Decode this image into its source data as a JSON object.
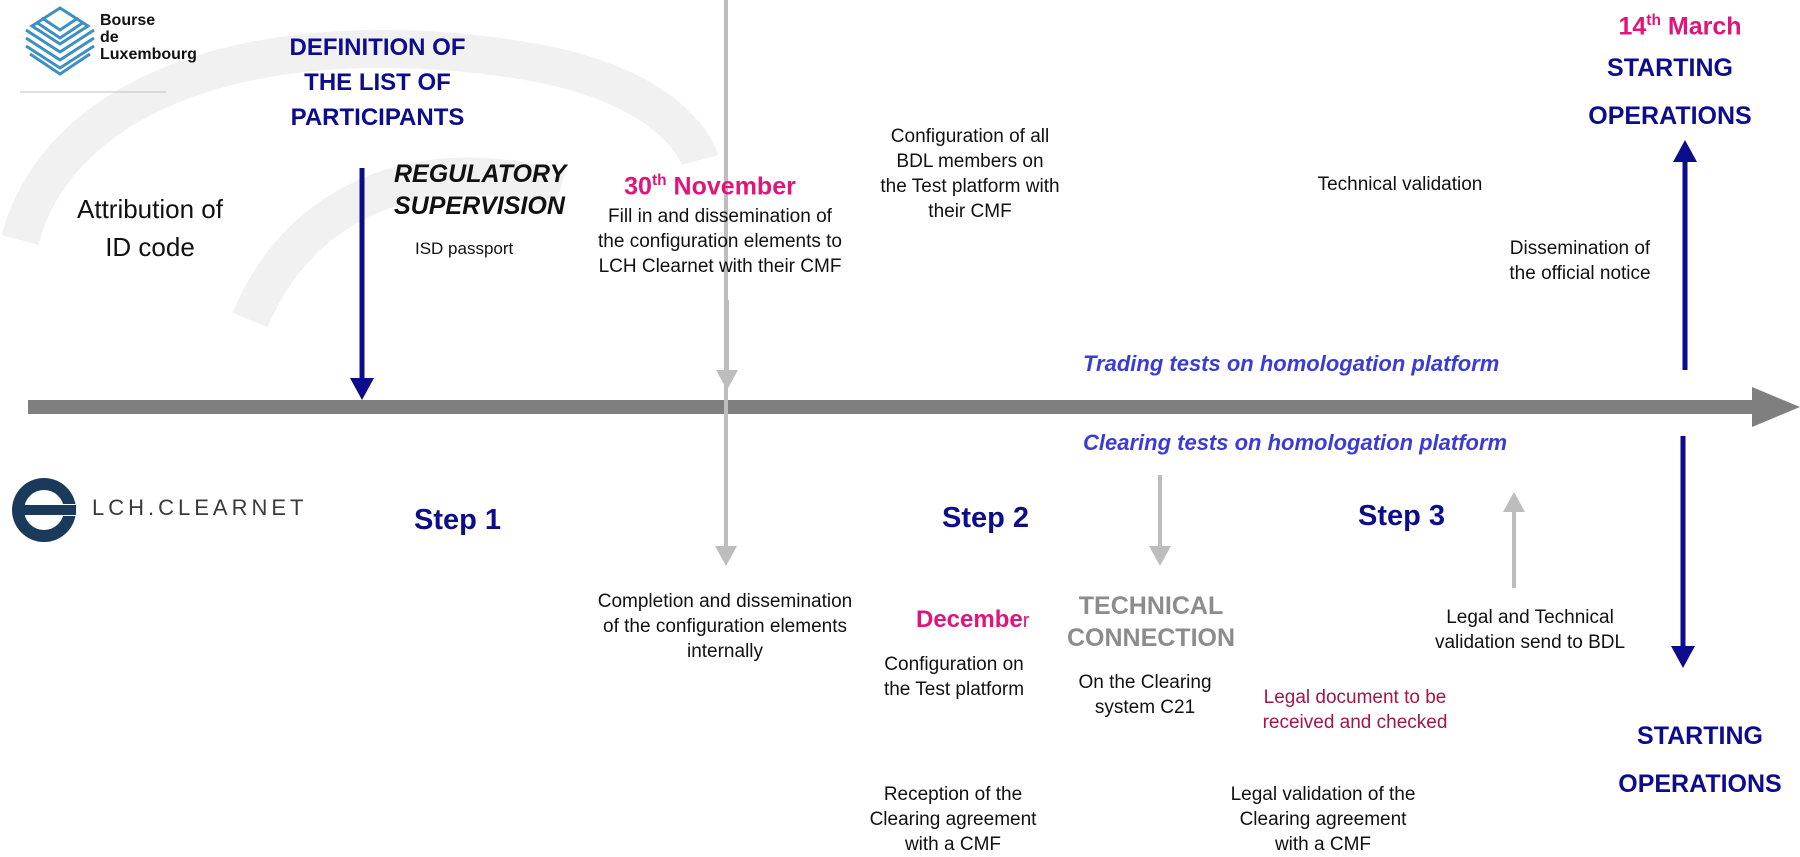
{
  "logos": {
    "bdl_line1": "Bourse",
    "bdl_line2": "de",
    "bdl_line3": "Luxembourg",
    "lch_text": "LCH.CLEARNET"
  },
  "top": {
    "definition_line1": "DEFINITION OF",
    "definition_line2": "THE LIST OF",
    "definition_line3": "PARTICIPANTS",
    "attribution_line1": "Attribution of",
    "attribution_line2": "ID code",
    "regulatory_line1": "REGULATORY",
    "regulatory_line2": "SUPERVISION",
    "isd_passport": "ISD passport",
    "nov_day": "30",
    "nov_sup": "th",
    "nov_month": " November",
    "fill_line1": "Fill in and dissemination of",
    "fill_line2": "the configuration elements to",
    "fill_line3": "LCH Clearnet with  their CMF",
    "config_all_line1": "Configuration of all",
    "config_all_line2": "BDL members on",
    "config_all_line3": "the Test platform with",
    "config_all_line4": "their CMF",
    "technical_validation": "Technical validation",
    "march_day": "14",
    "march_sup": "th",
    "march_month": " March",
    "starting_line1": "STARTING",
    "starting_line2": "OPERATIONS",
    "dissemination_line1": "Dissemination of",
    "dissemination_line2": "the official notice",
    "trading_tests": "Trading tests on homologation platform"
  },
  "bottom": {
    "clearing_tests": "Clearing tests on homologation platform",
    "step1": "Step 1",
    "step2": "Step 2",
    "step3": "Step 3",
    "completion_line1": "Completion and dissemination",
    "completion_line2": "of the configuration elements",
    "completion_line3": "internally",
    "december_main": "Decembe",
    "december_tail": "r",
    "config_test_line1": "Configuration on",
    "config_test_line2": "the Test platform",
    "tech_conn_line1": "TECHNICAL",
    "tech_conn_line2": "CONNECTION",
    "clearing_sys_line1": "On the Clearing",
    "clearing_sys_line2": "system C21",
    "legal_doc_line1": "Legal document to be",
    "legal_doc_line2": "received and checked",
    "legal_tech_line1": "Legal and Technical",
    "legal_tech_line2": "validation send to BDL",
    "reception_line1": "Reception of the",
    "reception_line2": "Clearing agreement",
    "reception_line3": "with a CMF",
    "legal_val_line1": "Legal validation of the",
    "legal_val_line2": "Clearing agreement",
    "legal_val_line3": "with a CMF",
    "starting_line1": "STARTING",
    "starting_line2": "OPERATIONS"
  },
  "colors": {
    "navy": "#0d0d8c",
    "pink": "#e0157a",
    "timeline_grey": "#7f7f7f",
    "arrow_grey": "#bdbdbd",
    "italic_blue": "#3b3bd6",
    "maroon": "#a3154d"
  }
}
